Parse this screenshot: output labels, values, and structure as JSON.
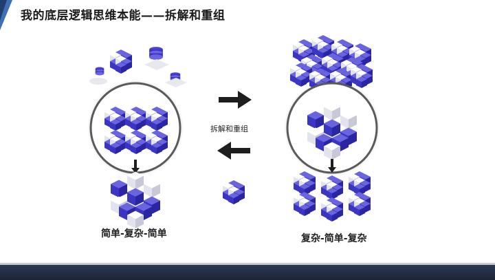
{
  "page": {
    "title": "我的底层逻辑思维本能——拆解和重组"
  },
  "labels": {
    "middle": "拆解和重组",
    "left": "简单-复杂-简单",
    "right": "复杂-简单-复杂"
  },
  "colors": {
    "cube_dark": "#3b35c4",
    "cube_mid": "#6a64e0",
    "cube_light": "#f2f2f6",
    "accent": "#3f6fb5",
    "footer": "#243049",
    "arrow": "#1e1e1e"
  },
  "icons": [
    "cube-cluster-icon",
    "database-icon",
    "arrow-right-icon",
    "arrow-left-icon",
    "arrow-down-icon"
  ]
}
